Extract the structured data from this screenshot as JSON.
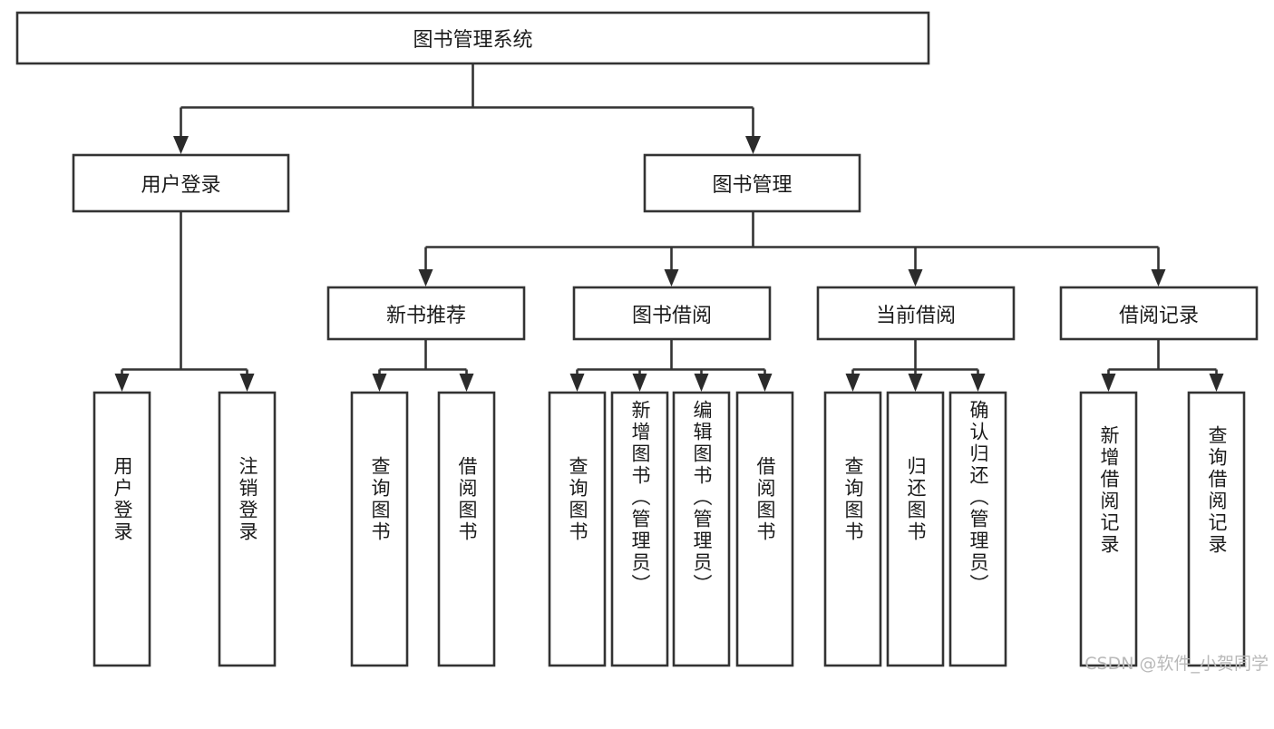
{
  "diagram": {
    "title_node": {
      "label": "图书管理系统"
    },
    "level2": [
      {
        "id": "user-login",
        "label": "用户登录"
      },
      {
        "id": "book-management",
        "label": "图书管理"
      }
    ],
    "level3": [
      {
        "id": "new-book-recommend",
        "label": "新书推荐"
      },
      {
        "id": "book-borrow",
        "label": "图书借阅"
      },
      {
        "id": "current-borrow",
        "label": "当前借阅"
      },
      {
        "id": "borrow-record",
        "label": "借阅记录"
      }
    ],
    "leaves": {
      "user_login": [
        {
          "id": "leaf-user-login",
          "label": "用户登录"
        },
        {
          "id": "leaf-logout-login",
          "label": "注销登录"
        }
      ],
      "new_book_recommend": [
        {
          "id": "leaf-query-book-1",
          "label": "查询图书"
        },
        {
          "id": "leaf-borrow-book-1",
          "label": "借阅图书"
        }
      ],
      "book_borrow": [
        {
          "id": "leaf-query-book-2",
          "label": "查询图书"
        },
        {
          "id": "leaf-add-book",
          "label": "新增图书（管理员）"
        },
        {
          "id": "leaf-edit-book",
          "label": "编辑图书（管理员）"
        },
        {
          "id": "leaf-borrow-book-2",
          "label": "借阅图书"
        }
      ],
      "current_borrow": [
        {
          "id": "leaf-query-book-3",
          "label": "查询图书"
        },
        {
          "id": "leaf-return-book",
          "label": "归还图书"
        },
        {
          "id": "leaf-confirm-return",
          "label": "确认归还（管理员）"
        }
      ],
      "borrow_record": [
        {
          "id": "leaf-add-borrow-record",
          "label": "新增借阅记录"
        },
        {
          "id": "leaf-query-borrow-record",
          "label": "查询借阅记录"
        }
      ]
    },
    "colors": {
      "stroke": "#333333",
      "fill": "#ffffff",
      "text": "#1b1b1b",
      "watermark": "#b9b9b9"
    }
  },
  "watermark": {
    "text": "CSDN @软件_小贺同学"
  }
}
